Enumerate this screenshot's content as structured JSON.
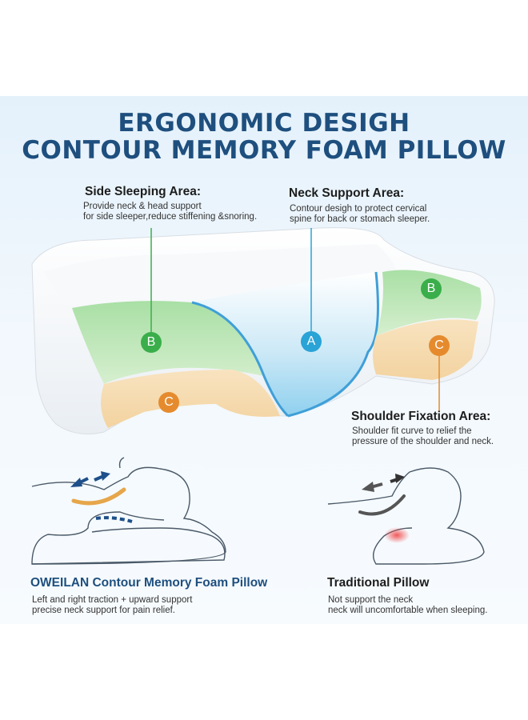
{
  "title": {
    "line1": "ERGONOMIC DESIGH",
    "line2": "CONTOUR MEMORY FOAM PILLOW"
  },
  "areas": {
    "side": {
      "heading": "Side Sleeping Area:",
      "line1": "Provide neck & head support",
      "line2": "for side sleeper,reduce stiffening &snoring."
    },
    "neck": {
      "heading": "Neck Support Area:",
      "line1": "Contour desigh to protect cervical",
      "line2": "spine for back or stomach sleeper."
    },
    "shoulder": {
      "heading": "Shoulder Fixation Area:",
      "line1": "Shoulder fit curve to relief the",
      "line2": "pressure of the shoulder and neck."
    }
  },
  "markers": {
    "a": "A",
    "b": "B",
    "c": "C"
  },
  "comparison": {
    "ours": {
      "title": "OWEILAN Contour Memory Foam Pillow",
      "line1": "Left and right traction + upward support",
      "line2": "precise neck support for pain relief."
    },
    "traditional": {
      "title": "Traditional Pillow",
      "line1": "Not support the neck",
      "line2": "neck will uncomfortable when sleeping."
    }
  },
  "colors": {
    "title": "#1e4f7e",
    "marker_a": "#2aa3d6",
    "marker_b": "#3aae4a",
    "marker_c": "#e58b2e",
    "caption_ours": "#1e4f7e"
  }
}
